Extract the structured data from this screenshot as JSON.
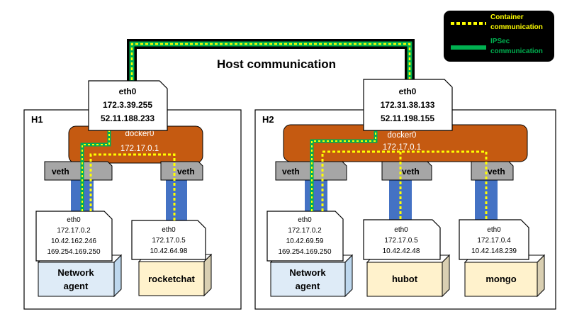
{
  "legend": {
    "container_label": "Container communication",
    "container_line1": "Container",
    "container_line2": "communication",
    "ipsec_label": "IPSec communication",
    "ipsec_line1": "IPSec",
    "ipsec_line2": "communication"
  },
  "host_link_label": "Host communication",
  "colors": {
    "docker_bridge": "#c55a11",
    "veth_box": "#a6a6a6",
    "veth_pipe": "#4472c4",
    "agent_cube": "#deebf7",
    "app_cube": "#fff2cc",
    "app_cube_side": "#d9cfb2",
    "ipsec": "#00b050",
    "container_dots": "#ffff00"
  },
  "h1": {
    "label": "H1",
    "host_eth": {
      "name": "eth0",
      "ip1": "172.3.39.255",
      "ip2": "52.11.188.233"
    },
    "docker": {
      "name": "docker0",
      "ip": "172.17.0.1"
    },
    "veth_left": "veth",
    "veth_right": "veth",
    "agent": {
      "eth": {
        "name": "eth0",
        "ip1": "172.17.0.2",
        "ip2": "10.42.162.246",
        "ip3": "169.254.169.250"
      },
      "name_line1": "Network",
      "name_line2": "agent"
    },
    "app": {
      "eth": {
        "name": "eth0",
        "ip1": "172.17.0.5",
        "ip2": "10.42.64.98"
      },
      "name": "rocketchat"
    }
  },
  "h2": {
    "label": "H2",
    "host_eth": {
      "name": "eth0",
      "ip1": "172.31.38.133",
      "ip2": "52.11.198.155"
    },
    "docker": {
      "name": "docker0",
      "ip": "172.17.0.1"
    },
    "veth_left": "veth",
    "veth_mid": "veth",
    "veth_right": "veth",
    "agent": {
      "eth": {
        "name": "eth0",
        "ip1": "172.17.0.2",
        "ip2": "10.42.69.59",
        "ip3": "169.254.169.250"
      },
      "name_line1": "Network",
      "name_line2": "agent"
    },
    "app1": {
      "eth": {
        "name": "eth0",
        "ip1": "172.17.0.5",
        "ip2": "10.42.42.48"
      },
      "name": "hubot"
    },
    "app2": {
      "eth": {
        "name": "eth0",
        "ip1": "172.17.0.4",
        "ip2": "10.42.148.239"
      },
      "name": "mongo"
    }
  }
}
